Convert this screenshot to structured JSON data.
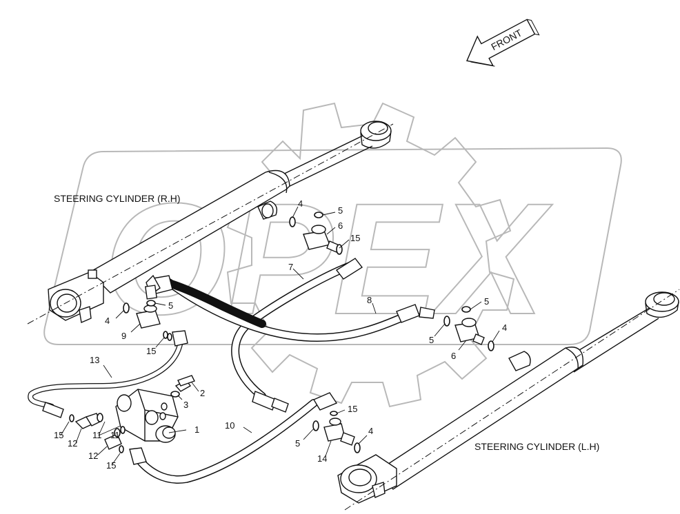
{
  "labels": {
    "front": "FRONT",
    "cylinder_rh": "STEERING CYLINDER (R.H)",
    "cylinder_lh": "STEERING CYLINDER (L.H)",
    "watermark": "OPEX"
  },
  "callouts": {
    "c1": "1",
    "c2": "2",
    "c3": "3",
    "c4a": "4",
    "c4b": "4",
    "c4c": "4",
    "c4d": "4",
    "c5a": "5",
    "c5b": "5",
    "c5c": "5",
    "c5d": "5",
    "c5e": "5",
    "c6a": "6",
    "c6b": "6",
    "c7": "7",
    "c8": "8",
    "c9": "9",
    "c10": "10",
    "c11a": "11",
    "c11b": "11",
    "c12a": "12",
    "c12b": "12",
    "c13": "13",
    "c14": "14",
    "c15a": "15",
    "c15b": "15",
    "c15c": "15",
    "c15d": "15",
    "c15e": "15"
  }
}
